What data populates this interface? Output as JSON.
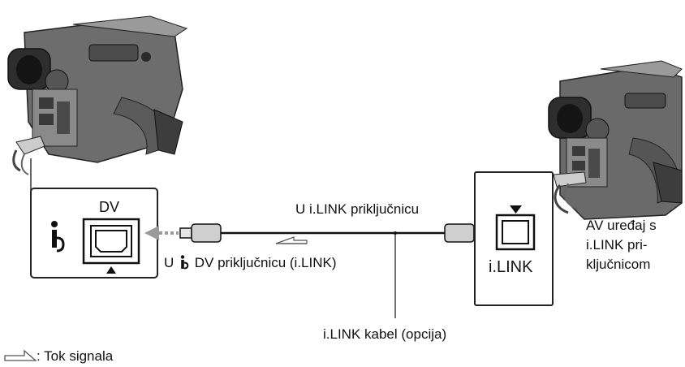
{
  "left_panel": {
    "port_label": "DV"
  },
  "right_panel": {
    "port_label": "i.LINK"
  },
  "labels": {
    "cable_top": "U i.LINK priključnicu",
    "left_port_prefix": "U",
    "left_port_suffix": "DV priključnicu (i.LINK)",
    "cable_name": "i.LINK kabel (opcija)",
    "device_line1": "AV uređaj s",
    "device_line2": "i.LINK pri-",
    "device_line3": "ključnicom"
  },
  "legend": {
    "text": ": Tok signala"
  },
  "icons": {
    "ilink": "ilink-icon",
    "camcorder": "camcorder-icon",
    "signal_arrow": "signal-flow-arrow-icon"
  }
}
